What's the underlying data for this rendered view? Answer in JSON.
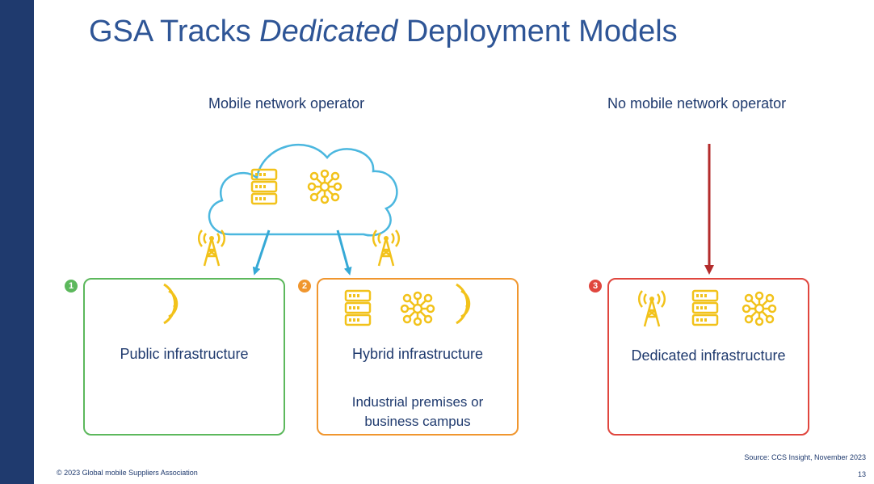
{
  "slide": {
    "title_pre": "GSA Tracks ",
    "title_em": "Dedicated",
    "title_post": " Deployment Models",
    "left_header": "Mobile network operator",
    "right_header": "No mobile network operator",
    "boxes": [
      {
        "number": "1",
        "label": "Public infrastructure",
        "sub": "",
        "color": "#5cb85c"
      },
      {
        "number": "2",
        "label": "Hybrid infrastructure",
        "sub_line1": "Industrial premises or",
        "sub_line2": "business campus",
        "color": "#f0962e"
      },
      {
        "number": "3",
        "label": "Dedicated infrastructure",
        "sub": "",
        "color": "#e0463e"
      }
    ],
    "source": "Source: CCS Insight, November 2023",
    "copyright": "© 2023 Global mobile Suppliers Association",
    "page_number": "13"
  },
  "colors": {
    "sidebar": "#1f3a6e",
    "title": "#2e5596",
    "cloud": "#4bb7df",
    "arrow_blue": "#36a9d6",
    "arrow_red": "#b32b2b",
    "icon": "#f2c21a"
  }
}
